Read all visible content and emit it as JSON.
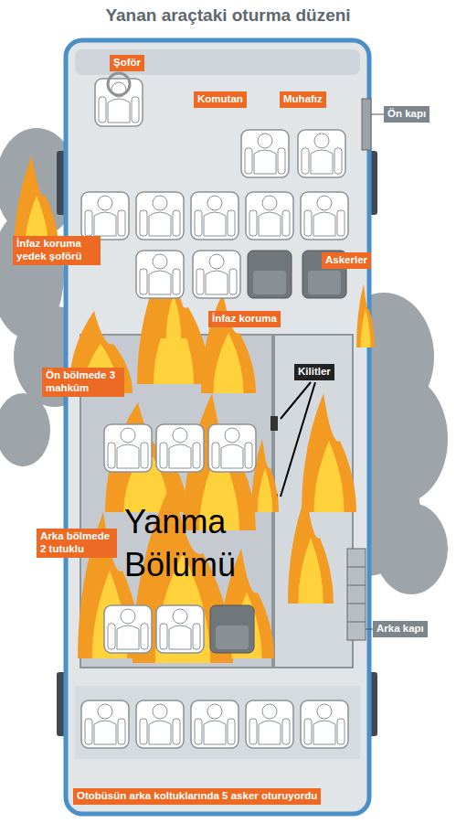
{
  "diagram": {
    "title": "Yanan araçtaki oturma düzeni",
    "labels": [
      "Şoför",
      "Komutan",
      "Muhafız",
      "Ön kapı",
      "İnfaz koruma yedek şoförü",
      "Askerler",
      "İnfaz koruma",
      "Ön bölmede 3 mahkûm",
      "Kilitler",
      "Arka bölmede 2 tutuklu",
      "Yanma Bölümü",
      "Arka kapı",
      "Otobüsün arka koltuklarında 5 asker oturuyordu"
    ]
  }
}
